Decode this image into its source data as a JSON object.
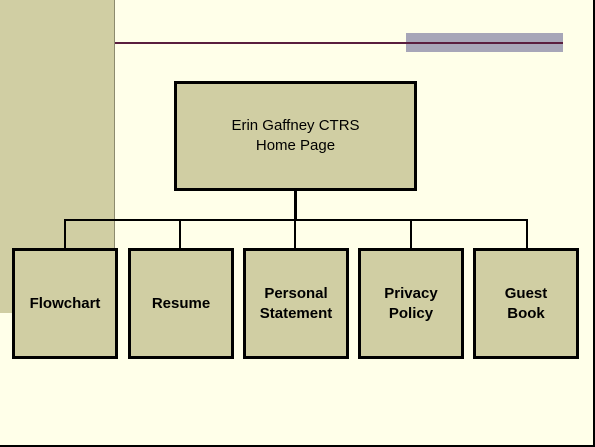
{
  "diagram": {
    "root": {
      "label": "Erin Gaffney CTRS\nHome Page"
    },
    "children": [
      {
        "label": "Flowchart"
      },
      {
        "label": "Resume"
      },
      {
        "label": "Personal\nStatement"
      },
      {
        "label": "Privacy\nPolicy"
      },
      {
        "label": "Guest\nBook"
      }
    ]
  },
  "colors": {
    "slide_background": "#FFFFE9",
    "node_fill": "#D0CEA3",
    "accent_line": "#5A1E3E",
    "accent_bar": "#A7A6B8"
  }
}
